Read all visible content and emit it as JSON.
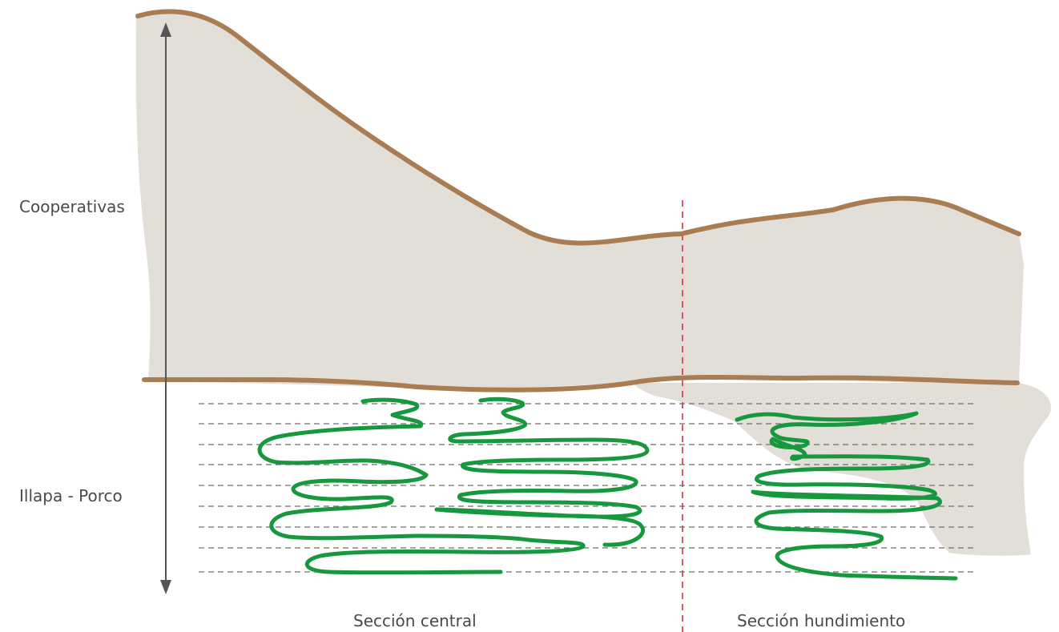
{
  "labels": {
    "upper_zone": "Cooperativas",
    "lower_zone": "Illapa - Porco",
    "section_central": "Sección central",
    "section_subsidence": "Sección hundimiento"
  },
  "colors": {
    "rock_fill": "#e2dfd9",
    "contact_line": "#a97c52",
    "vein": "#17973e",
    "section_divider": "#d8323c",
    "level_lines": "#6e6e6e",
    "depth_arrow": "#555555",
    "text": "#4a4a4a"
  },
  "icons": {
    "depth_arrow": "double-headed-vertical-arrow"
  }
}
